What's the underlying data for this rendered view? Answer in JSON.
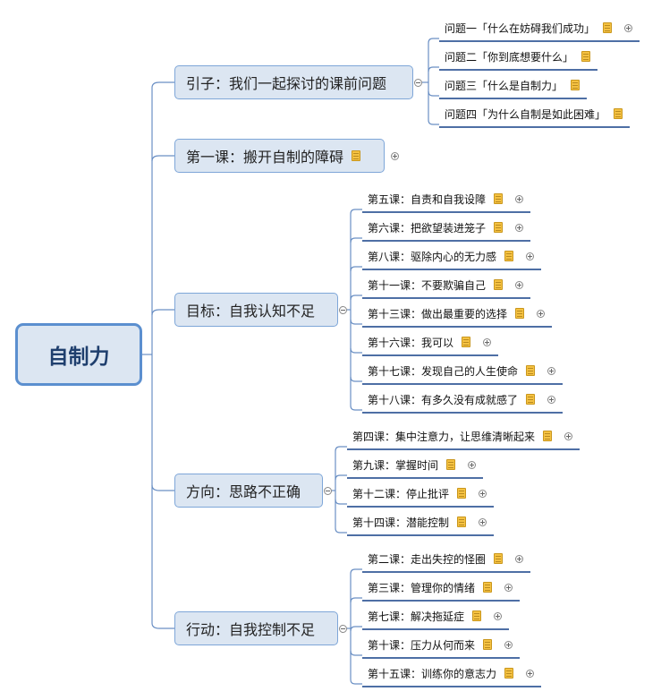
{
  "root": {
    "label": "自制力"
  },
  "branches": [
    {
      "label": "引子：我们一起探讨的课前问题",
      "children": [
        "问题一「什么在妨碍我们成功」",
        "问题二「你到底想要什么」",
        "问题三「什么是自制力」",
        "问题四「为什么自制是如此困难」"
      ]
    },
    {
      "label": "第一课：搬开自制的障碍",
      "children": []
    },
    {
      "label": "目标：自我认知不足",
      "children": [
        "第五课：自责和自我设障",
        "第六课：把欲望装进笼子",
        "第八课：驱除内心的无力感",
        "第十一课：不要欺骗自己",
        "第十三课：做出最重要的选择",
        "第十六课：我可以",
        "第十七课：发现自己的人生使命",
        "第十八课：有多久没有成就感了"
      ]
    },
    {
      "label": "方向：思路不正确",
      "children": [
        "第四课：集中注意力，让思维清晰起来",
        "第九课：掌握时间",
        "第十二课：停止批评",
        "第十四课：潜能控制"
      ]
    },
    {
      "label": "行动：自我控制不足",
      "children": [
        "第二课：走出失控的怪圈",
        "第三课：管理你的情绪",
        "第七课：解决拖延症",
        "第十课：压力从何而来",
        "第十五课：训练你的意志力"
      ]
    }
  ],
  "colors": {
    "branch_fill": "#dce6f2",
    "branch_border": "#7ea6d8",
    "root_border": "#5b8fcf",
    "line": "#6a8fc4",
    "underline": "#4e6fa5"
  },
  "icons": {
    "note": "note-icon",
    "expand": "expand-plus-icon",
    "collapse": "collapse-minus-icon"
  }
}
